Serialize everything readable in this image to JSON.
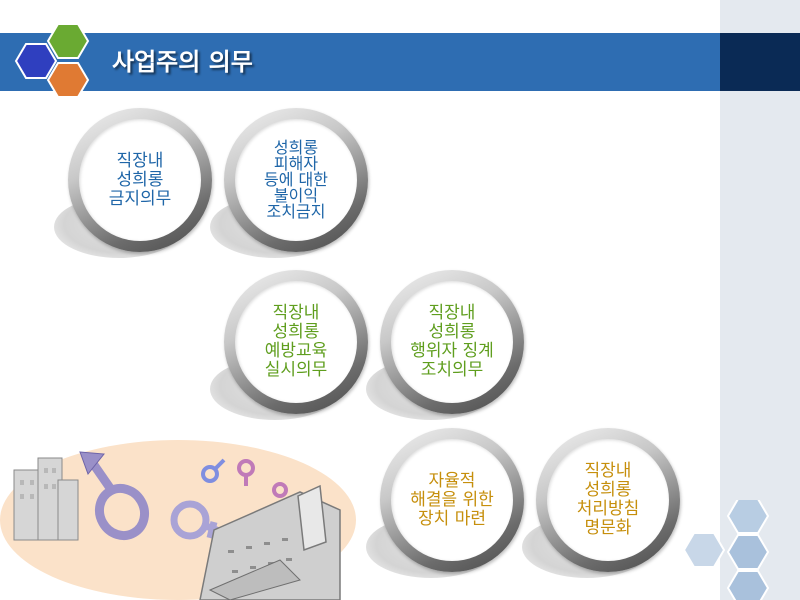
{
  "slide": {
    "title": "사업주의 의무"
  },
  "circles": [
    {
      "id": "c1",
      "color": "blue",
      "lines": [
        "직장내",
        "성희롱",
        "금지의무"
      ]
    },
    {
      "id": "c2",
      "color": "blue",
      "lines": [
        "성희롱",
        "피해자",
        "등에 대한",
        "불이익",
        "조치금지"
      ]
    },
    {
      "id": "c3",
      "color": "green",
      "lines": [
        "직장내",
        "성희롱",
        "예방교육",
        "실시의무"
      ]
    },
    {
      "id": "c4",
      "color": "green",
      "lines": [
        "직장내",
        "성희롱",
        "행위자 징계",
        "조치의무"
      ]
    },
    {
      "id": "c5",
      "color": "gold",
      "lines": [
        "자율적",
        "해결을 위한",
        "장치 마련"
      ]
    },
    {
      "id": "c6",
      "color": "gold",
      "lines": [
        "직장내",
        "성희롱",
        "처리방침",
        "명문화"
      ]
    }
  ],
  "colors": {
    "title_bar": "#2e6db2",
    "title_bar_dark": "#0a2a55",
    "blue_text": "#1f66a8",
    "green_text": "#5f9e1e",
    "gold_text": "#c68f0c",
    "hex_blue": "#2f3fbf",
    "hex_green": "#6aaa32",
    "hex_orange": "#e07a33"
  },
  "icons": {
    "logo": "hexagon-cluster-logo",
    "illustration": "gender-symbols-city-illustration",
    "decoration": "light-blue-hexagons"
  }
}
